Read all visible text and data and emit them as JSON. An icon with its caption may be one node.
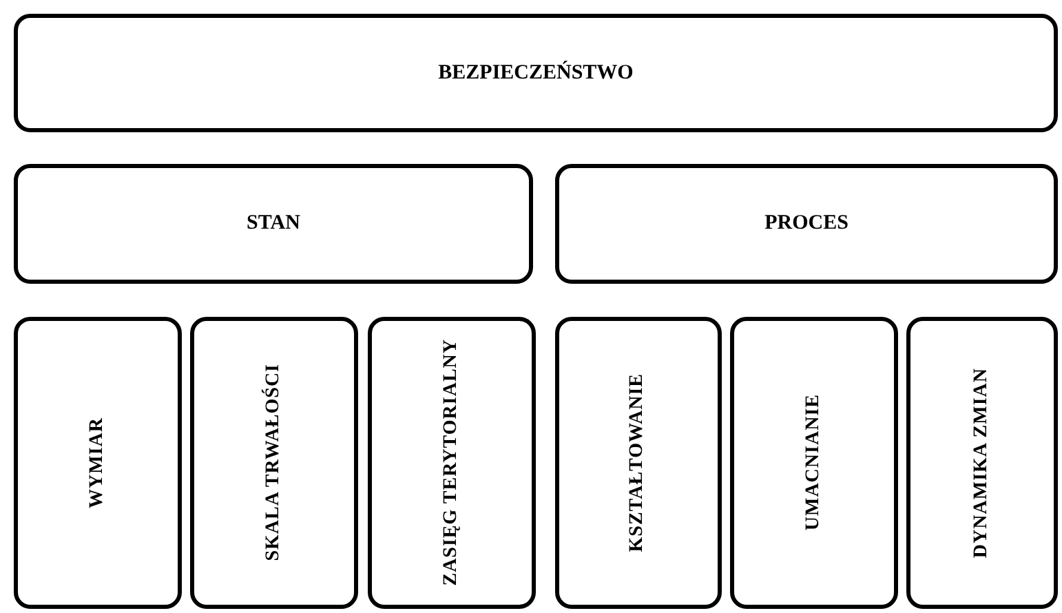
{
  "diagram": {
    "nodes": [
      {
        "text": [
          "BEZPIECZEŃSTWO"
        ]
      },
      {
        "text": [
          "STAN"
        ]
      },
      {
        "text": [
          "PROCES"
        ]
      },
      {
        "text": [
          "WYMIAR"
        ]
      },
      {
        "text": [
          "SKALA TRWAŁOŚCI"
        ]
      },
      {
        "text": [
          "ZASIĘG TERYTORIALNY"
        ]
      },
      {
        "text": [
          "KSZTAŁTOWANIE"
        ]
      },
      {
        "text": [
          "UMACNIANIE"
        ]
      },
      {
        "text": [
          "DYNAMIKA ZMIAN"
        ]
      }
    ]
  }
}
